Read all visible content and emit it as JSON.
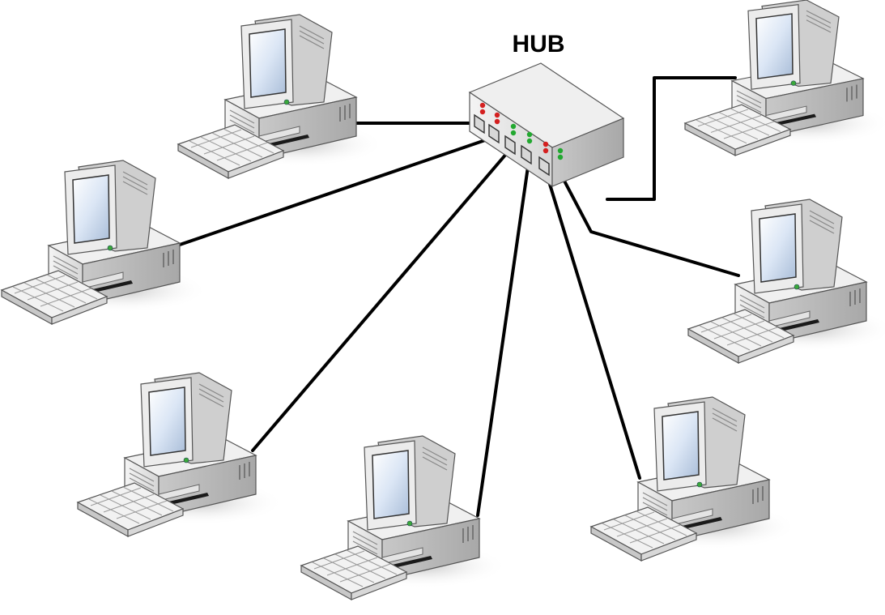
{
  "diagram": {
    "hub_label": "HUB",
    "nodes": [
      {
        "name": "workstation-top-left",
        "kind": "pc"
      },
      {
        "name": "workstation-left",
        "kind": "pc"
      },
      {
        "name": "workstation-bottom-left",
        "kind": "pc"
      },
      {
        "name": "workstation-bottom-center",
        "kind": "pc"
      },
      {
        "name": "workstation-bottom-right",
        "kind": "pc"
      },
      {
        "name": "workstation-right",
        "kind": "pc"
      },
      {
        "name": "workstation-top-right",
        "kind": "pc"
      }
    ],
    "led_colors": {
      "red": "#d42020",
      "green": "#22a830"
    },
    "connection_count": 7
  }
}
